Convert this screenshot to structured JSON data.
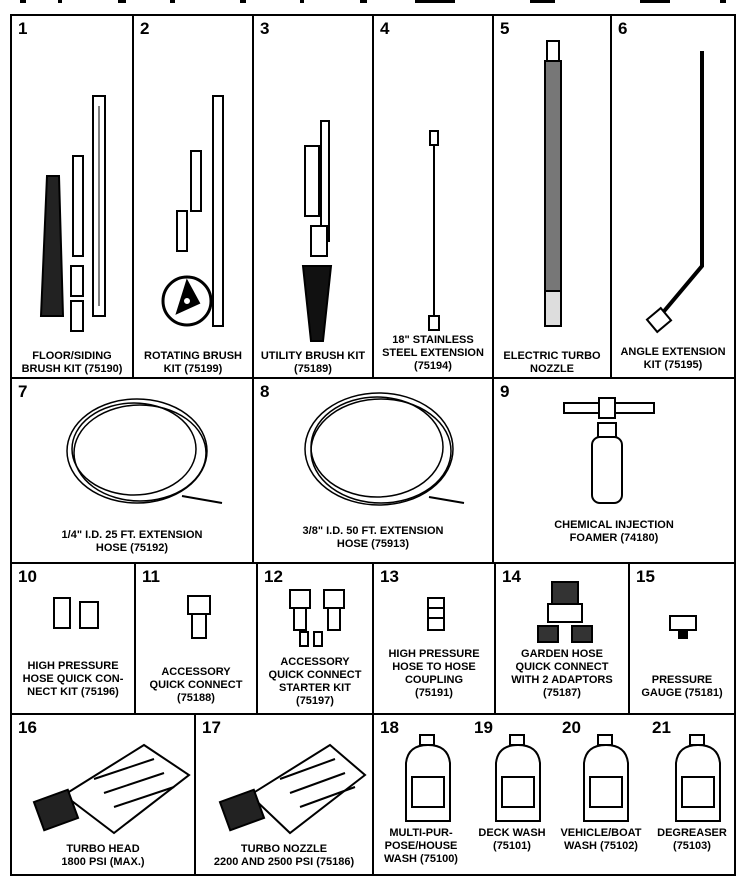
{
  "diagram": {
    "items": [
      {
        "num": "1",
        "lines": [
          "FLOOR/SIDING",
          "BRUSH KIT (75190)"
        ]
      },
      {
        "num": "2",
        "lines": [
          "ROTATING BRUSH",
          "KIT (75199)"
        ]
      },
      {
        "num": "3",
        "lines": [
          "UTILITY BRUSH KIT",
          "(75189)"
        ]
      },
      {
        "num": "4",
        "lines": [
          "18\" STAINLESS",
          "STEEL EXTENSION",
          "(75194)"
        ]
      },
      {
        "num": "5",
        "lines": [
          "ELECTRIC TURBO",
          "NOZZLE"
        ]
      },
      {
        "num": "6",
        "lines": [
          "ANGLE EXTENSION",
          "KIT (75195)"
        ]
      },
      {
        "num": "7",
        "lines": [
          "1/4\" I.D. 25 ft. EXTENSION",
          "HOSE (75192)"
        ]
      },
      {
        "num": "8",
        "lines": [
          "3/8\" I.D. 50 ft. EXTENSION",
          "HOSE (75913)"
        ]
      },
      {
        "num": "9",
        "lines": [
          "CHEMICAL INJECTION",
          "FOAMER (74180)"
        ]
      },
      {
        "num": "10",
        "lines": [
          "HIGH PRESSURE",
          "HOSE QUICK CON-",
          "NECT KIT (75196)"
        ]
      },
      {
        "num": "11",
        "lines": [
          "ACCESSORY",
          "QUICK CONNECT",
          "(75188)"
        ]
      },
      {
        "num": "12",
        "lines": [
          "ACCESSORY",
          "QUICK CONNECT",
          "STARTER KIT",
          "(75197)"
        ]
      },
      {
        "num": "13",
        "lines": [
          "HIGH PRESSURE",
          "HOSE TO HOSE",
          "COUPLING",
          "(75191)"
        ]
      },
      {
        "num": "14",
        "lines": [
          "GARDEN HOSE",
          "QUICK CONNECT",
          "WITH 2 ADAPTORS",
          "(75187)"
        ]
      },
      {
        "num": "15",
        "lines": [
          "PRESSURE",
          "GAUGE (75181)"
        ]
      },
      {
        "num": "16",
        "lines": [
          "TURBO HEAD",
          "1800 PSI (max.)"
        ]
      },
      {
        "num": "17",
        "lines": [
          "TURBO NOZZLE",
          "2200 and 2500 PSI (75186)"
        ]
      },
      {
        "num": "18",
        "lines": [
          "MULTI-PUR-",
          "POSE/HOUSE",
          "WASH (75100)"
        ]
      },
      {
        "num": "19",
        "lines": [
          "DECK WASH",
          "(75101)"
        ]
      },
      {
        "num": "20",
        "lines": [
          "VEHICLE/BOAT",
          "WASH (75102)"
        ]
      },
      {
        "num": "21",
        "lines": [
          "DEGREASER",
          "(75103)"
        ]
      }
    ]
  }
}
